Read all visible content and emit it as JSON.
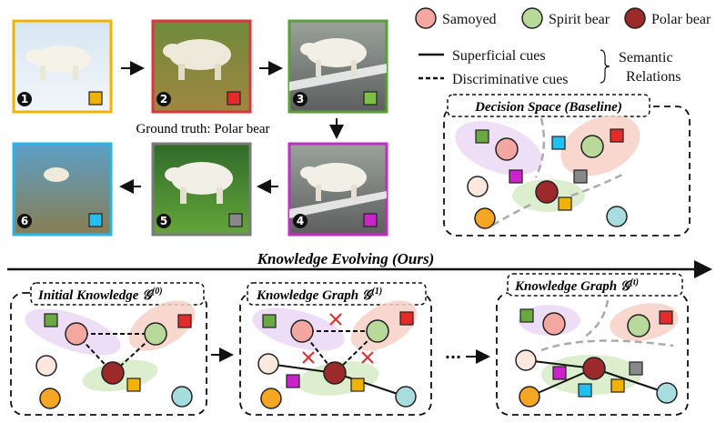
{
  "legend": {
    "samoyed": "Samoyed",
    "spirit_bear": "Spirit bear",
    "polar_bear": "Polar bear",
    "superficial": "Superficial cues",
    "discriminative": "Discriminative cues",
    "semantic": "Semantic",
    "relations": "Relations"
  },
  "photos": [
    {
      "num": "1",
      "frame_color": "#f2b200",
      "cube_color": "#f2b200"
    },
    {
      "num": "2",
      "frame_color": "#d9363e",
      "cube_color": "#e32b2b"
    },
    {
      "num": "3",
      "frame_color": "#5a9e3a",
      "cube_color": "#7cc044"
    },
    {
      "num": "4",
      "frame_color": "#c12ec1",
      "cube_color": "#cc22cc"
    },
    {
      "num": "5",
      "frame_color": "#7a7a7a",
      "cube_color": "#888888"
    },
    {
      "num": "6",
      "frame_color": "#29b6e6",
      "cube_color": "#21c0f0"
    }
  ],
  "ground_truth": "Ground truth: Polar bear",
  "decision_space": "Decision Space (Baseline)",
  "knowledge_evolving": "Knowledge Evolving (Ours)",
  "panels": {
    "initial": "Initial Knowledge",
    "initial_sup": "(0)",
    "kg1": "Knowledge Graph",
    "kg1_sup": "(1)",
    "kgt": "Knowledge Graph",
    "kgt_sup": "(t)",
    "g_symbol": "𝒢"
  },
  "ellipsis": "···",
  "colors": {
    "samoyed": "#f4a7a0",
    "spirit_bear": "#b9d99a",
    "polar_bear": "#9c2a2a",
    "orange": "#f5a623",
    "light_blue": "#a8dde0",
    "cream": "#fde8e0"
  }
}
